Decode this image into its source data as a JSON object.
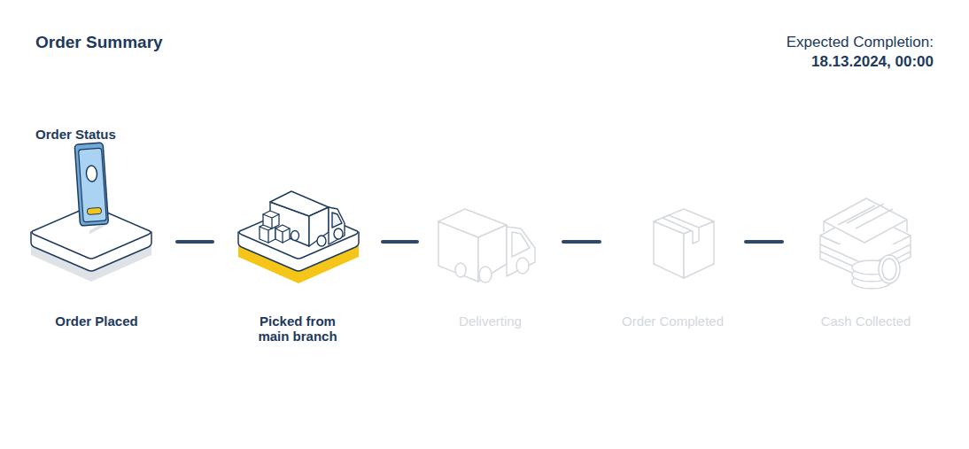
{
  "diagram": {
    "title": "Order Summary",
    "nodes": [
      {
        "text": [
          "Order Placed"
        ]
      },
      {
        "text": [
          "Picked from main branch"
        ]
      },
      {
        "text": [
          "Deliverting"
        ]
      },
      {
        "text": [
          "Order Completed"
        ]
      },
      {
        "text": [
          "Cash Collected"
        ]
      }
    ],
    "edges": [
      {
        "from": 0,
        "to": 1,
        "arrow": "none"
      },
      {
        "from": 1,
        "to": 2,
        "arrow": "none"
      },
      {
        "from": 2,
        "to": 3,
        "arrow": "none"
      },
      {
        "from": 3,
        "to": 4,
        "arrow": "none"
      }
    ],
    "labels": [
      "Expected Completion:",
      "18.13.2024, 00:00",
      "Order Status"
    ]
  }
}
